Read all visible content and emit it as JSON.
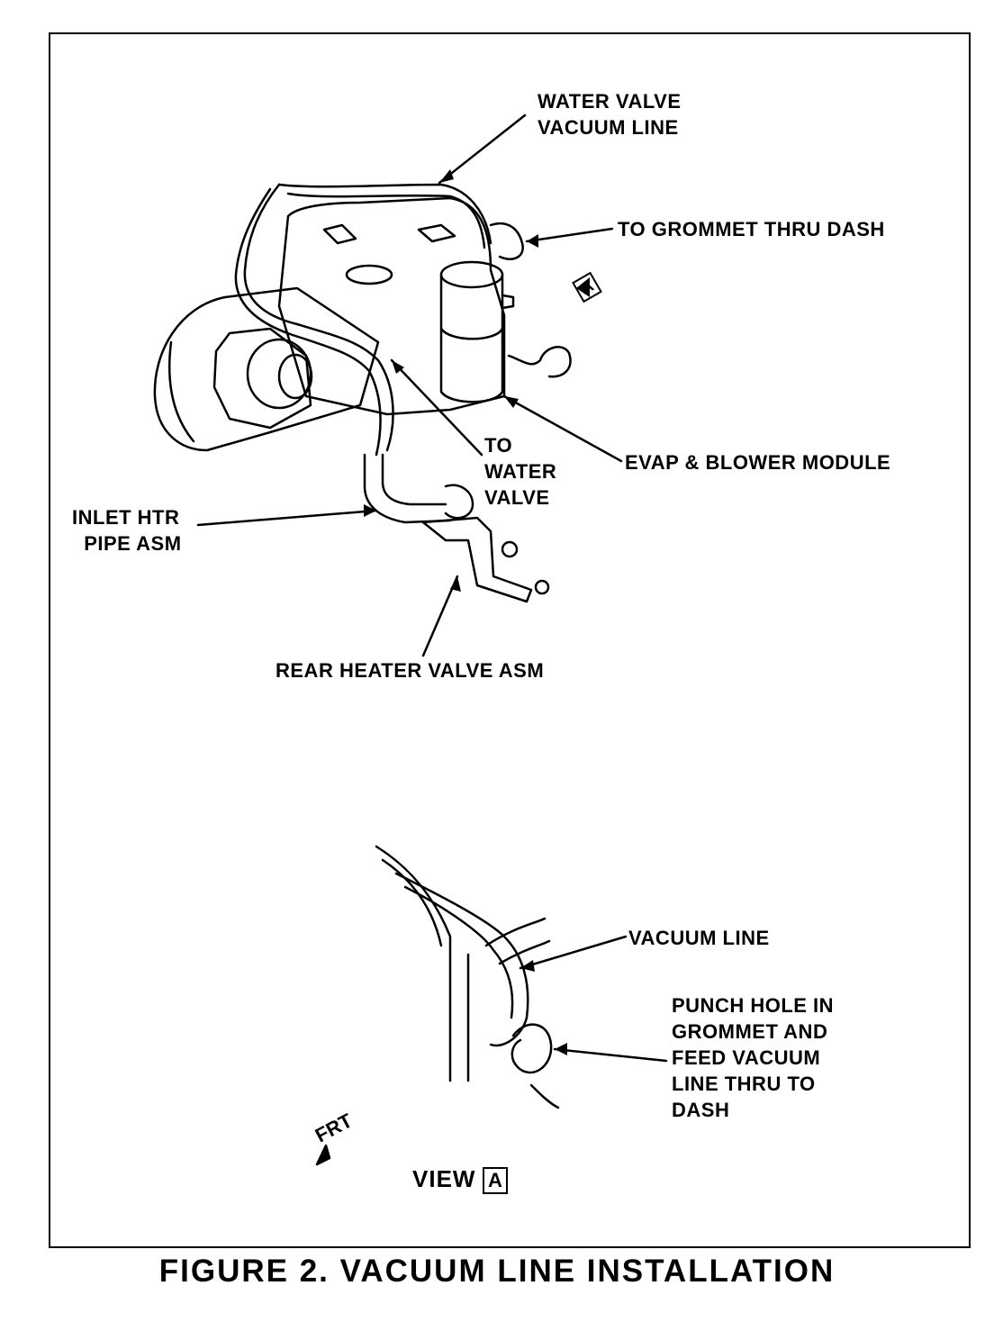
{
  "labels": {
    "water_valve_line": "WATER VALVE\nVACUUM LINE",
    "to_grommet": "TO GROMMET THRU DASH",
    "evap_blower": "EVAP & BLOWER MODULE",
    "to_water_valve": "TO\nWATER\nVALVE",
    "inlet_htr": "INLET HTR\n  PIPE ASM",
    "rear_heater": "REAR HEATER VALVE ASM",
    "vacuum_line": "VACUUM LINE",
    "punch_hole": "PUNCH HOLE IN\nGROMMET AND\nFEED VACUUM\nLINE THRU TO\nDASH"
  },
  "view_marker": "A",
  "view_label": "VIEW",
  "frt_label": "FRT",
  "caption": "FIGURE 2. VACUUM LINE INSTALLATION"
}
